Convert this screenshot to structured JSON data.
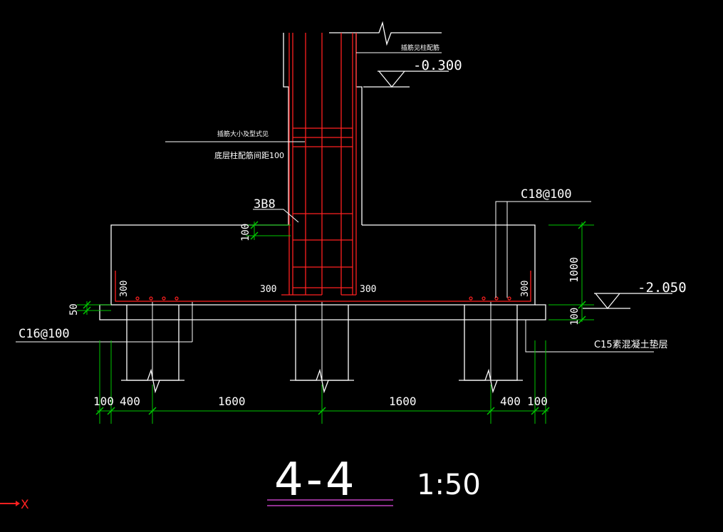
{
  "colors": {
    "background": "#000000",
    "outline": "#ffffff",
    "rebar": "#ff2020",
    "dimension": "#00c800",
    "underline": "#c040c0",
    "axis": "#ff2020"
  },
  "annotations": {
    "top_note": "插筋见柱配筋",
    "level_top": "-0.300",
    "mid_note_1": "插筋大小及型式见",
    "mid_note_2": "底层柱配筋间距100",
    "tie_bars": "3B8",
    "top_rebar": "C18@100",
    "level_bottom": "-2.050",
    "bottom_rebar": "C16@100",
    "cushion": "C15素混凝土垫层"
  },
  "dimensions": {
    "cover_left": "300",
    "cover_right": "300",
    "anchor_left": "300",
    "anchor_right": "300",
    "dim_100_vertical": "100",
    "dim_50": "50",
    "dim_1000": "1000",
    "dim_100_right": "100",
    "bottom_row": [
      "100",
      "400",
      "1600",
      "1600",
      "400",
      "100"
    ]
  },
  "title": {
    "section": "4-4",
    "scale": "1:50"
  },
  "axis_indicator": {
    "label": "X"
  }
}
